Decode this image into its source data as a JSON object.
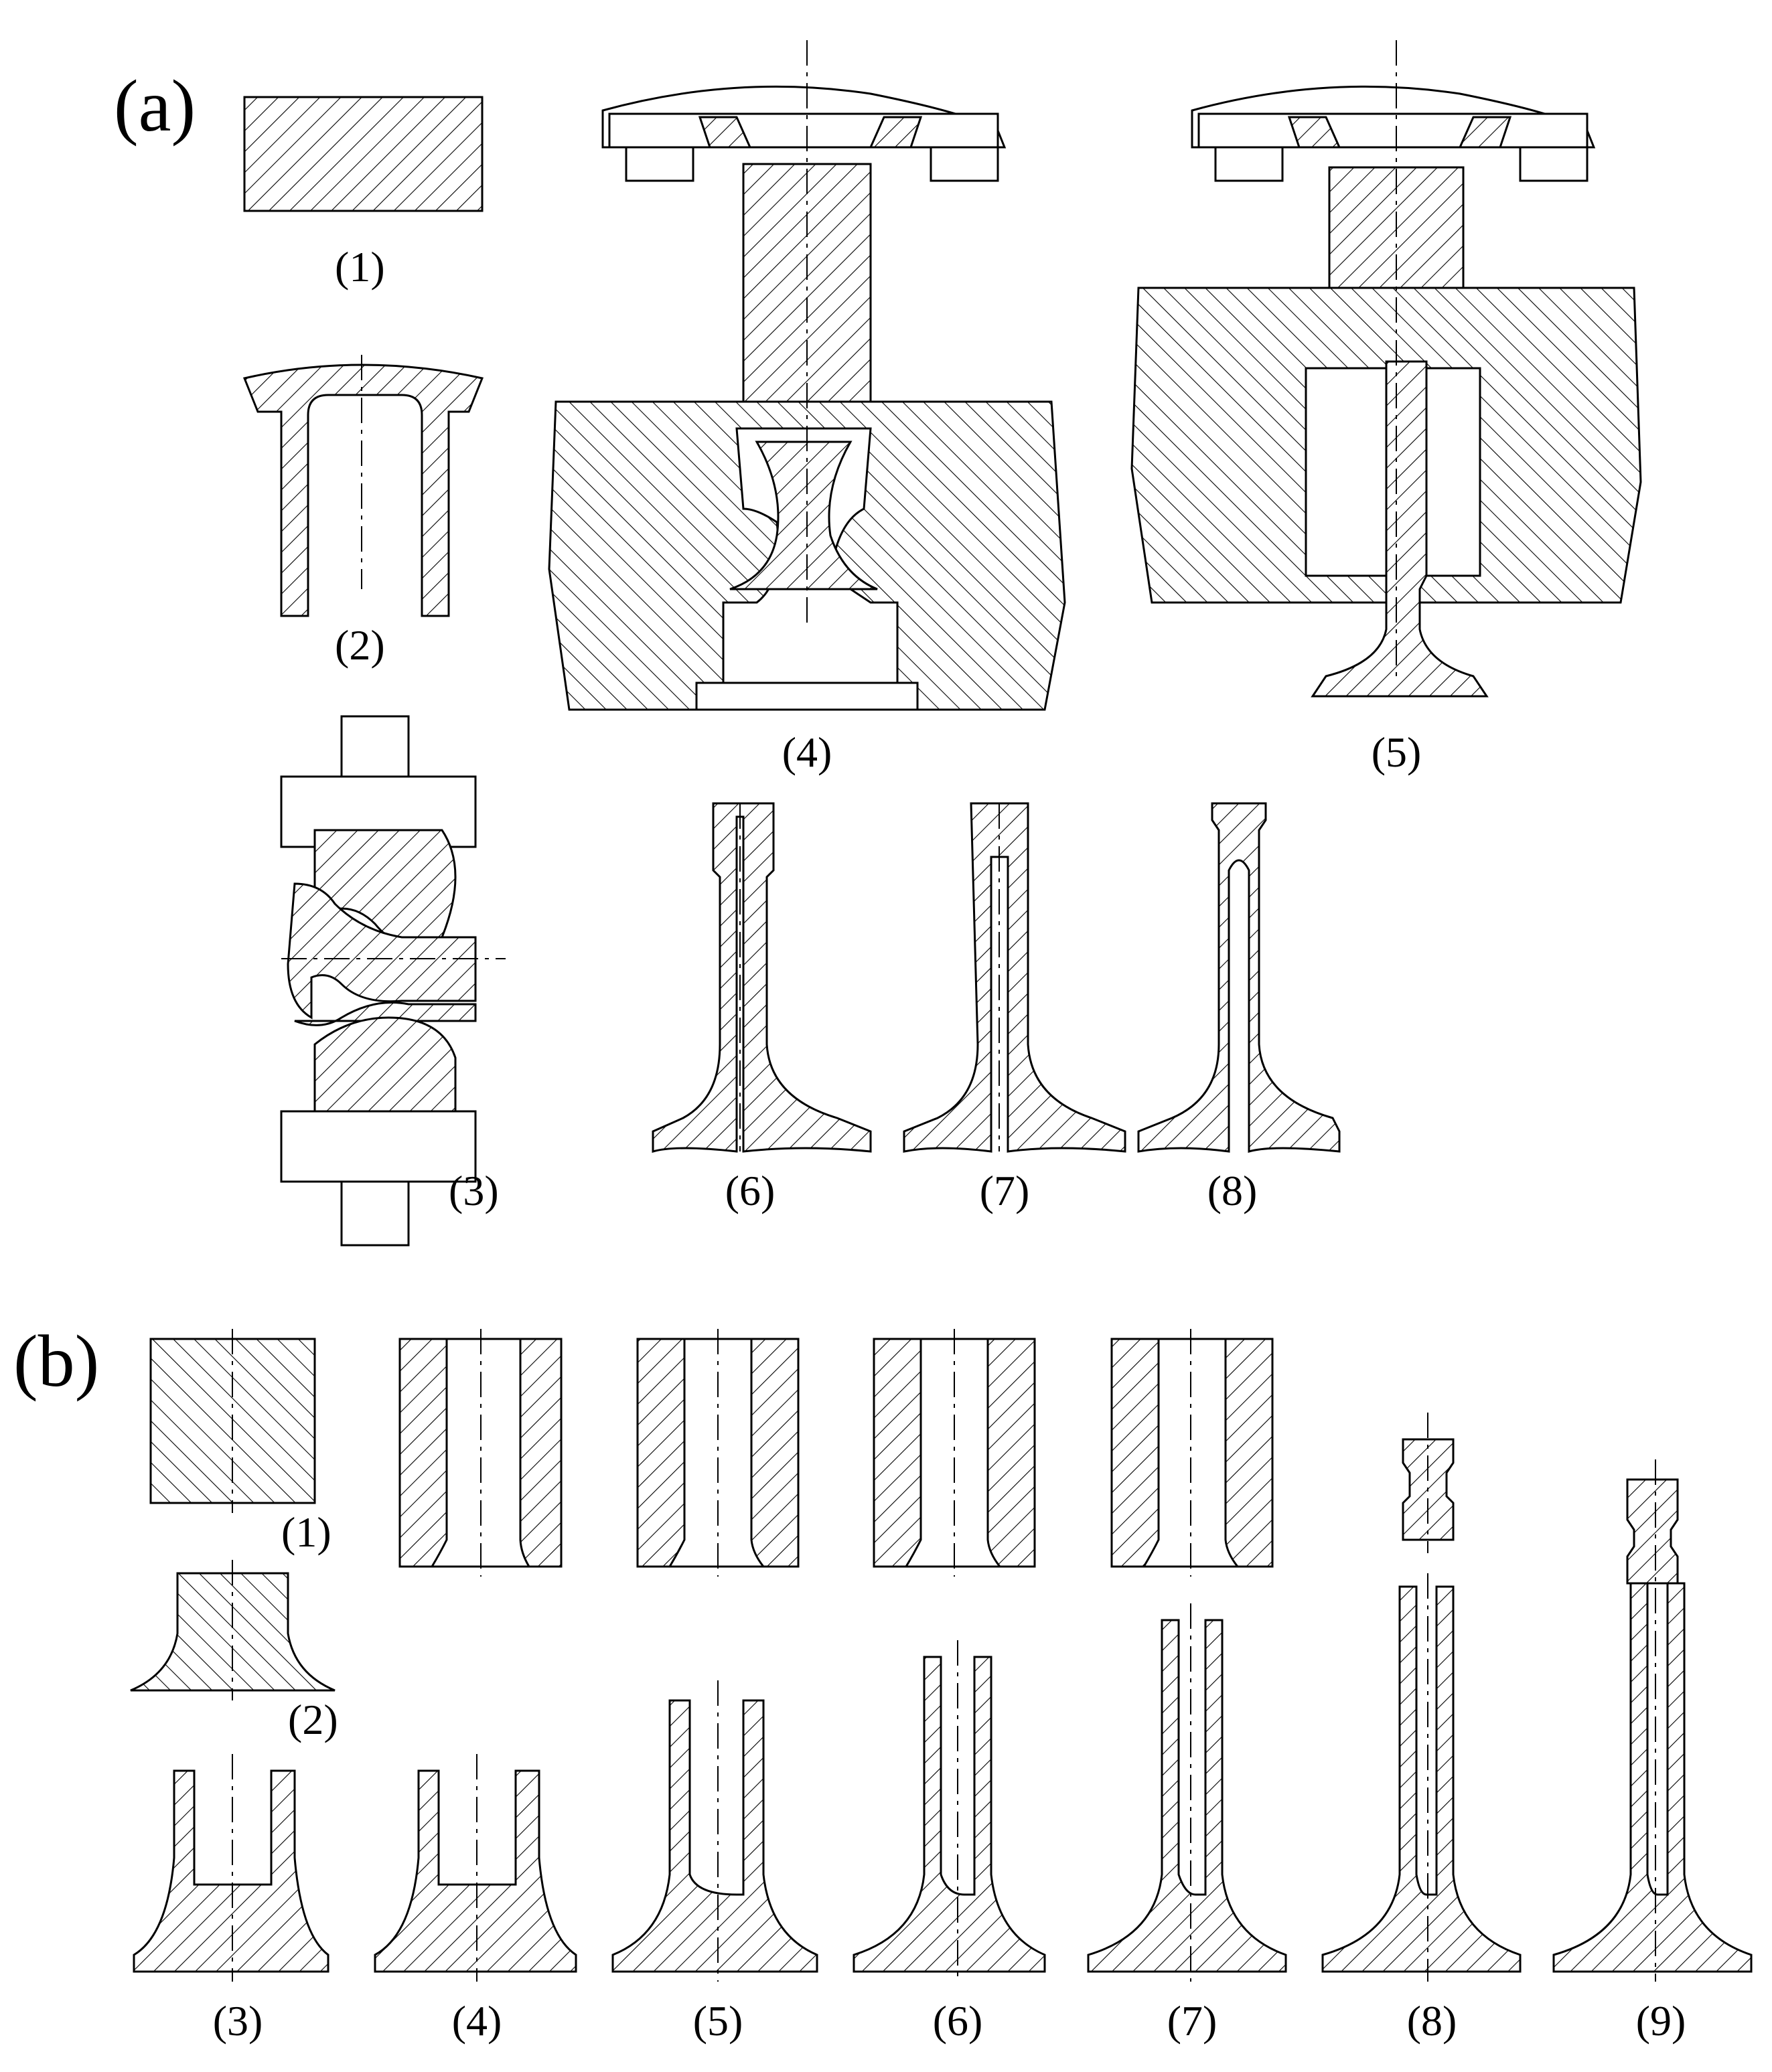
{
  "figure": {
    "panel_a": {
      "label": "(a)",
      "steps": [
        "(1)",
        "(2)",
        "(3)",
        "(4)",
        "(5)",
        "(6)",
        "(7)",
        "(8)"
      ]
    },
    "panel_b": {
      "label": "(b)",
      "steps": [
        "(1)",
        "(2)",
        "(3)",
        "(4)",
        "(5)",
        "(6)",
        "(7)",
        "(8)",
        "(9)"
      ]
    }
  }
}
